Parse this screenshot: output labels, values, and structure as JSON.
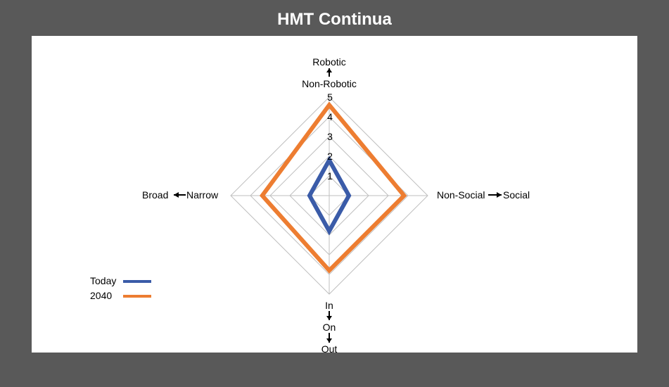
{
  "title": "HMT Continua",
  "chart_data": {
    "type": "radar",
    "title": "HMT Continua",
    "axes": [
      {
        "id": "top",
        "label_near": "Non-Robotic",
        "label_far": "Robotic"
      },
      {
        "id": "right",
        "label_near": "Non-Social",
        "label_far": "Social"
      },
      {
        "id": "bottom",
        "label_near": "In",
        "label_mid": "On",
        "label_far": "Out"
      },
      {
        "id": "left",
        "label_near": "Narrow",
        "label_far": "Broad"
      }
    ],
    "rmax": 5,
    "ticks": [
      "1",
      "2",
      "3",
      "4",
      "5"
    ],
    "series": [
      {
        "name": "Today",
        "color": "#3A5BA8",
        "values": [
          1.8,
          1.0,
          1.8,
          1.0
        ]
      },
      {
        "name": "2040",
        "color": "#ED7D31",
        "values": [
          4.6,
          3.8,
          3.8,
          3.4
        ]
      }
    ],
    "legend_position": "bottom-left",
    "grid_color": "#BFBFBF"
  }
}
